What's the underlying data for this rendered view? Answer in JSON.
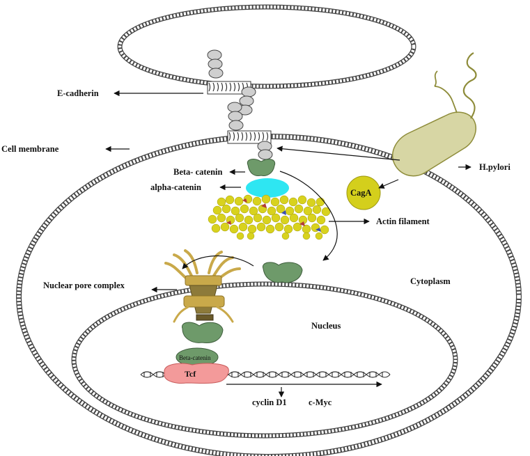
{
  "labels": {
    "e_cadherin": "E-cadherin",
    "cell_membrane": "Cell membrane",
    "beta_catenin": "Beta- catenin",
    "alpha_catenin": "alpha-catenin",
    "actin_filament": "Actin filament",
    "h_pylori": "H.pylori",
    "caga": "CagA",
    "cytoplasm": "Cytoplasm",
    "nuclear_pore_complex": "Nuclear pore complex",
    "nucleus": "Nucleus",
    "beta_catenin_nuclear": "Beta-catenin",
    "tcf": "Tcf",
    "cyclin_d1": "cyclin D1",
    "c_myc": "c-Myc"
  },
  "colors": {
    "membrane_stroke": "#444444",
    "beta_catenin": "#6e9a6a",
    "alpha_catenin": "#2ee6f2",
    "actin": "#d8d21e",
    "caga": "#d4cf1c",
    "bacterium_fill": "#d7d6a4",
    "bacterium_stroke": "#8e8c3a",
    "nuclear_pore": "#c9a94a",
    "tcf": "#f39a9a"
  }
}
